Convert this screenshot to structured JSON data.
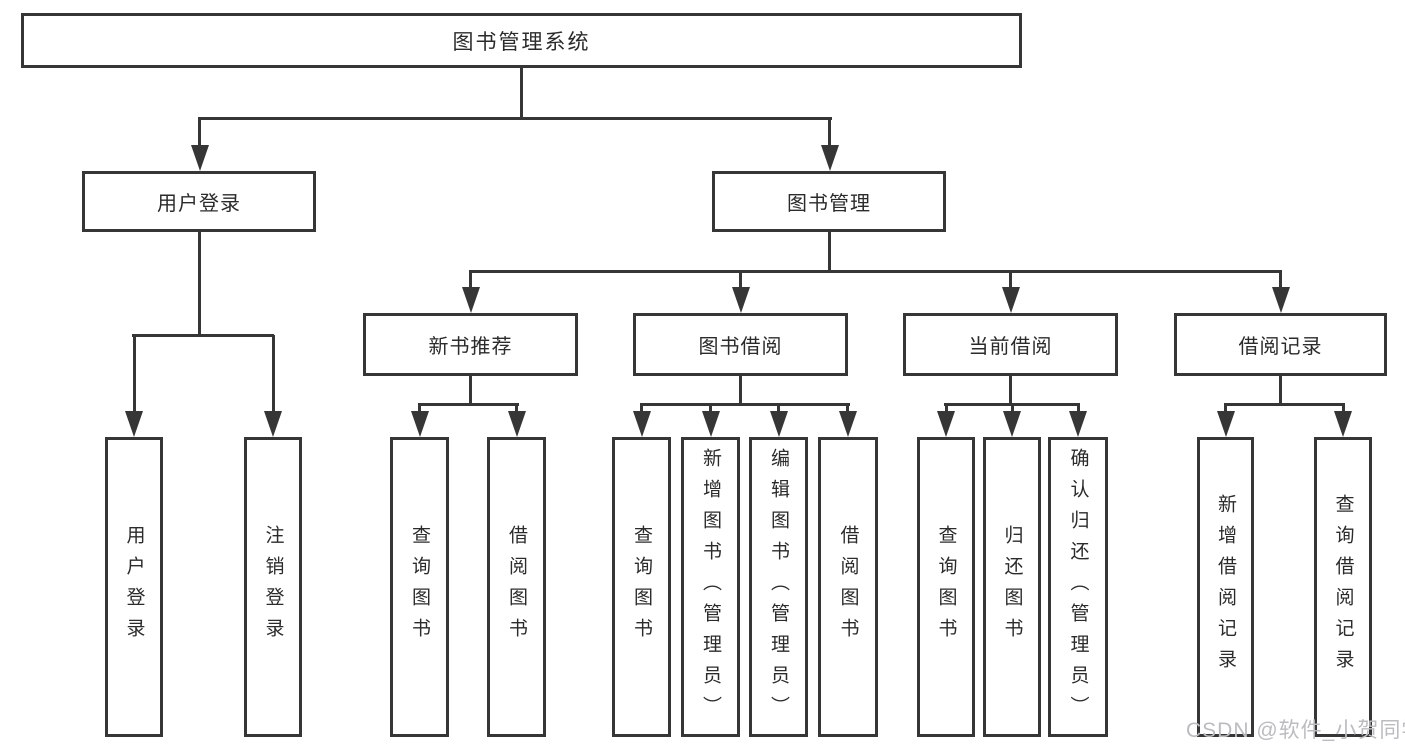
{
  "colors": {
    "line": "#363636",
    "text": "#2b2b2b",
    "background": "#ffffff",
    "watermark_text": "#bcbcc0"
  },
  "root": {
    "label": "图书管理系统"
  },
  "level2": [
    {
      "label": "用户登录"
    },
    {
      "label": "图书管理"
    }
  ],
  "level3": [
    {
      "label": "新书推荐"
    },
    {
      "label": "图书借阅"
    },
    {
      "label": "当前借阅"
    },
    {
      "label": "借阅记录"
    }
  ],
  "leaves": [
    {
      "label": "用户登录"
    },
    {
      "label": "注销登录"
    },
    {
      "label": "查询图书"
    },
    {
      "label": "借阅图书"
    },
    {
      "label": "查询图书"
    },
    {
      "label": "新增图书（管理员）"
    },
    {
      "label": "编辑图书（管理员）"
    },
    {
      "label": "借阅图书"
    },
    {
      "label": "查询图书"
    },
    {
      "label": "归还图书"
    },
    {
      "label": "确认归还（管理员）"
    },
    {
      "label": "新增借阅记录"
    },
    {
      "label": "查询借阅记录"
    }
  ],
  "hierarchy": {
    "图书管理系统": [
      "用户登录",
      "图书管理"
    ],
    "用户登录": [
      "用户登录",
      "注销登录"
    ],
    "图书管理": [
      "新书推荐",
      "图书借阅",
      "当前借阅",
      "借阅记录"
    ],
    "新书推荐": [
      "查询图书",
      "借阅图书"
    ],
    "图书借阅": [
      "查询图书",
      "新增图书（管理员）",
      "编辑图书（管理员）",
      "借阅图书"
    ],
    "当前借阅": [
      "查询图书",
      "归还图书",
      "确认归还（管理员）"
    ],
    "借阅记录": [
      "新增借阅记录",
      "查询借阅记录"
    ]
  },
  "watermark": "CSDN @软件_小贺同学"
}
